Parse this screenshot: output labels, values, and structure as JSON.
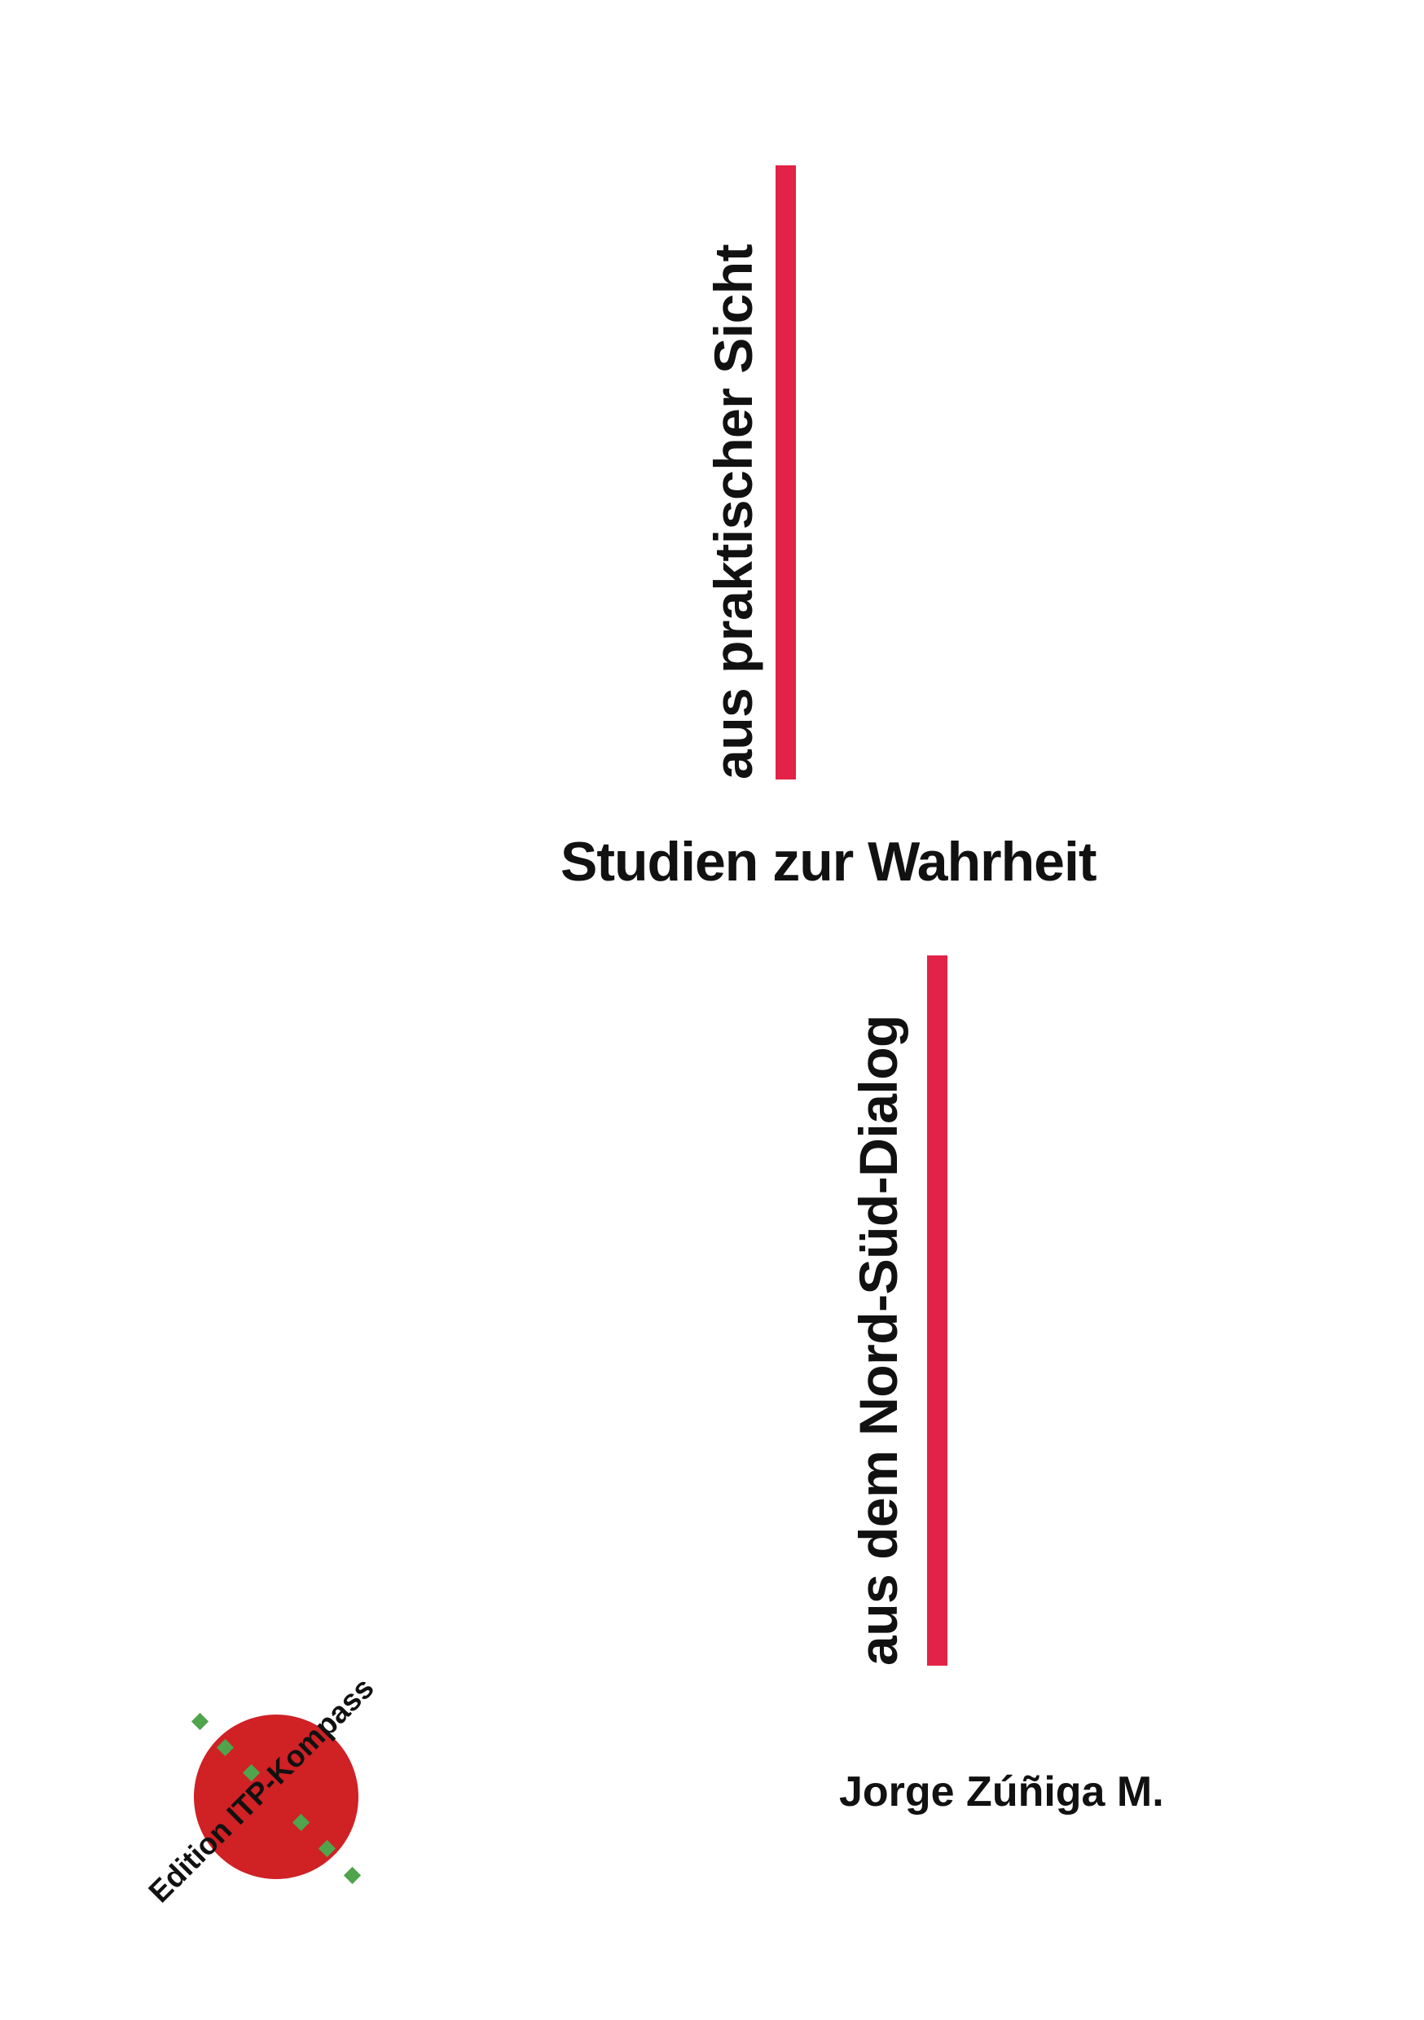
{
  "cover": {
    "vertical_top": {
      "text": "aus praktischer Sicht"
    },
    "title": "Studien zur Wahrheit",
    "vertical_bottom": {
      "text": "aus dem Nord-Süd-Dialog"
    },
    "author": "Jorge Zúñiga M.",
    "publisher": "Edition ITP-Kompass",
    "colors": {
      "bar_red": "#e22347",
      "logo_red": "#d02125",
      "logo_green": "#4fa44c",
      "text_black": "#111111"
    }
  }
}
